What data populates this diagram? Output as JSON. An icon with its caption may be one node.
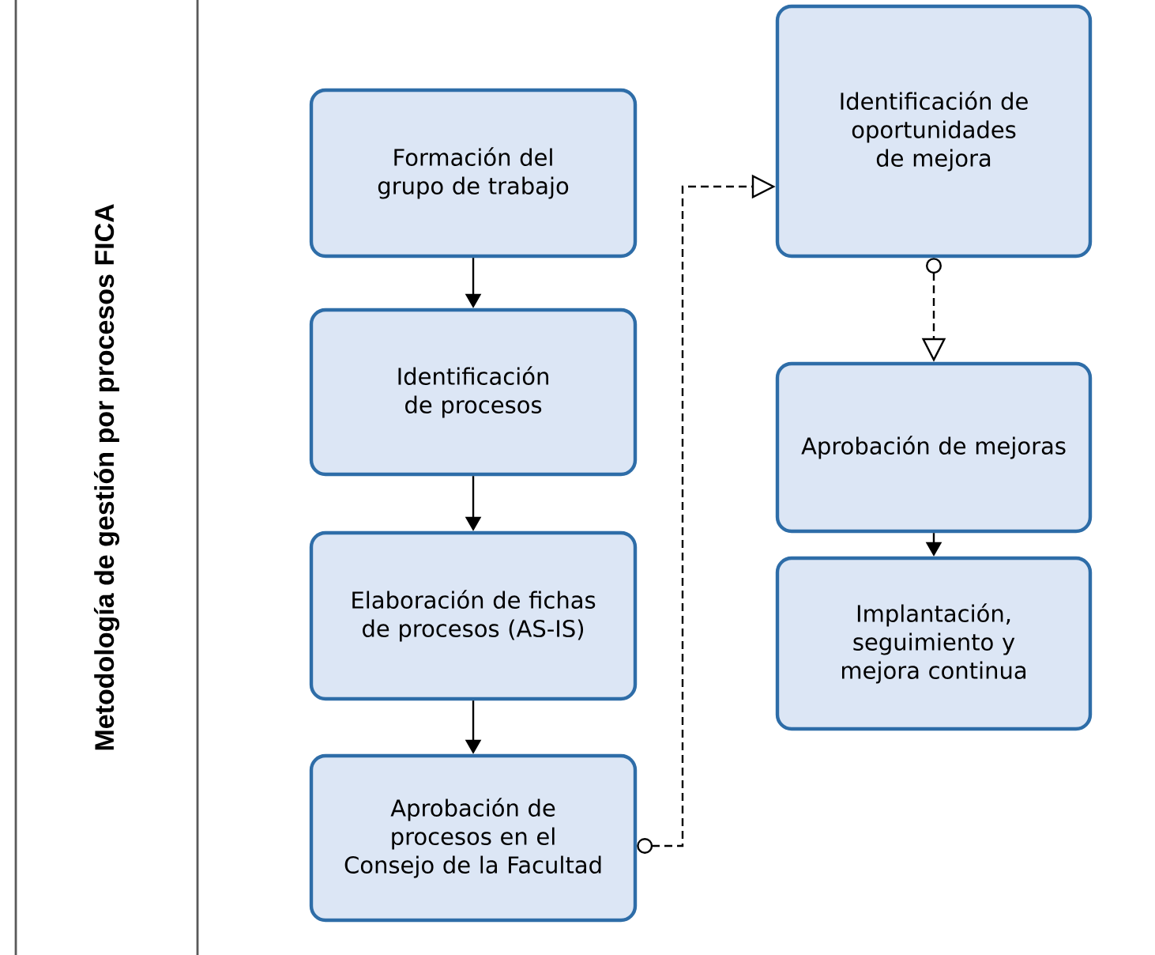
{
  "diagram": {
    "nodes": [
      {
        "text": [
          "Metodología de gestión por procesos FICA"
        ]
      },
      {
        "text": [
          "Formación del grupo de trabajo"
        ]
      },
      {
        "text": [
          "Identificación de procesos"
        ]
      },
      {
        "text": [
          "Elaboración de fichas de procesos (AS-IS)"
        ]
      },
      {
        "text": [
          "Aprobación de procesos en el Consejo de la Facultad"
        ]
      },
      {
        "text": [
          "Identificación de oportunidades de mejora"
        ]
      },
      {
        "text": [
          "Aprobación de mejoras"
        ]
      },
      {
        "text": [
          "Implantación, seguimiento y mejora continua"
        ]
      }
    ],
    "edges": [
      {
        "from": 1,
        "to": 2,
        "arrow": "to"
      },
      {
        "from": 2,
        "to": 3,
        "arrow": "to"
      },
      {
        "from": 3,
        "to": 4,
        "arrow": "to"
      },
      {
        "from": 4,
        "to": 5,
        "arrow": "to",
        "style": "dashed"
      },
      {
        "from": 5,
        "to": 6,
        "arrow": "to",
        "style": "dashed"
      },
      {
        "from": 6,
        "to": 7,
        "arrow": "to"
      }
    ]
  }
}
